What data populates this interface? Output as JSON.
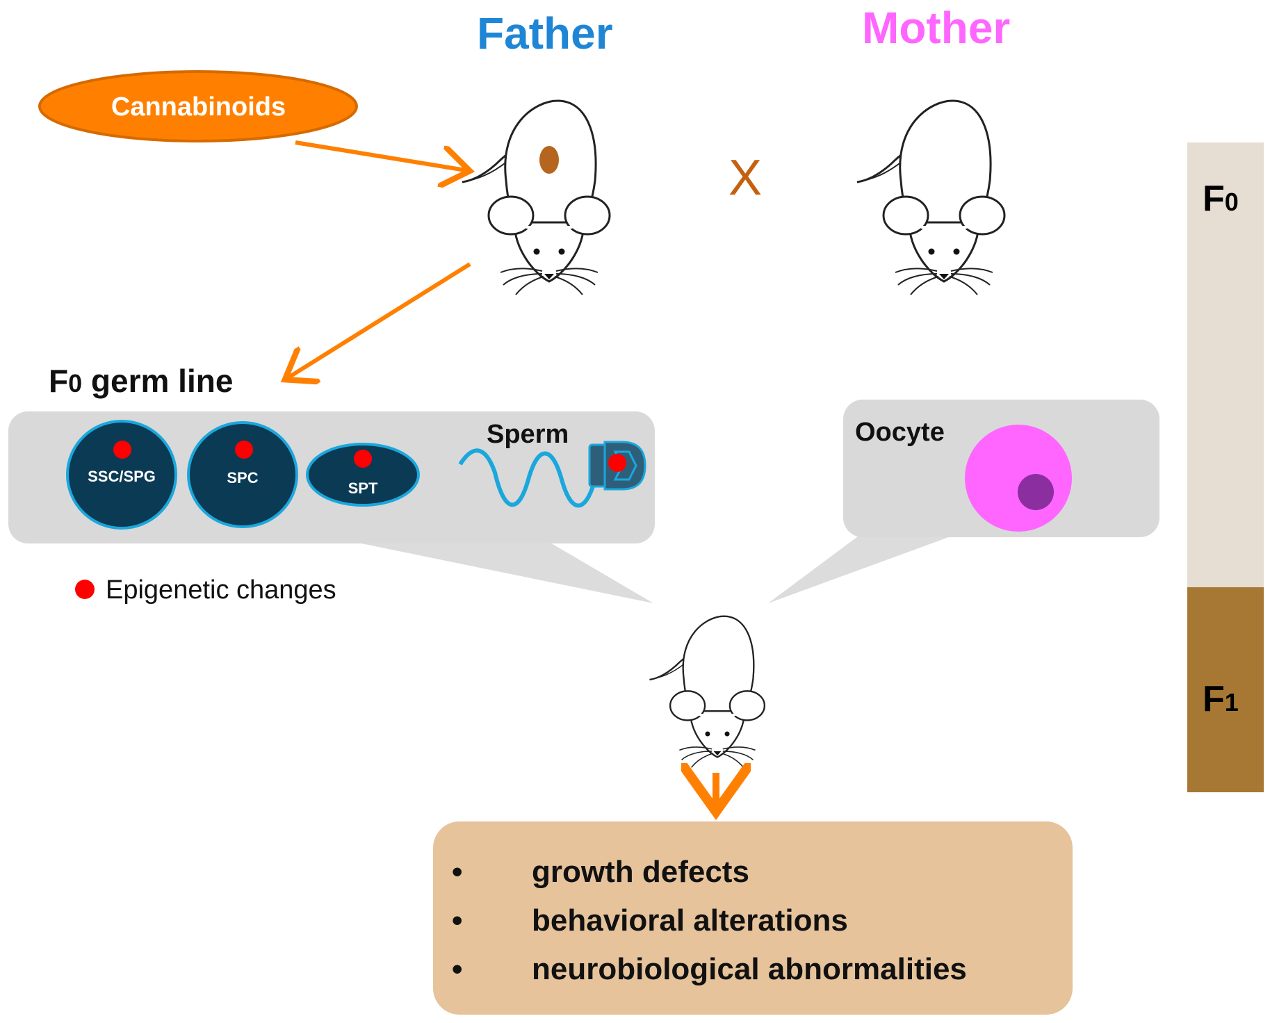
{
  "labels": {
    "father": "Father",
    "mother": "Mother",
    "cross": "X",
    "cannabinoids": "Cannabinoids",
    "germ_line": "F0 germ line",
    "germ_line_prefix": "F",
    "germ_line_sub": "0",
    "germ_line_rest": " germ line",
    "sperm": "Sperm",
    "oocyte": "Oocyte",
    "legend": "Epigenetic changes"
  },
  "cells": [
    {
      "label": "SSC/SPG"
    },
    {
      "label": "SPC"
    },
    {
      "label": "SPT"
    }
  ],
  "generations": [
    {
      "letter": "F",
      "sub": "0"
    },
    {
      "letter": "F",
      "sub": "1"
    }
  ],
  "effects": [
    "growth defects",
    "behavioral alterations",
    "neurobiological abnormalities"
  ],
  "bullet": "•",
  "colors": {
    "father": "#1f86d6",
    "mother": "#ff66ff",
    "arrow": "#ff8000",
    "cannabinoids_fill": "#ff8000",
    "cannabinoids_stroke": "#d66a00",
    "cross": "#c46010",
    "germ_box": "#d9d9d9",
    "cell_fill": "#0b3a55",
    "cell_stroke": "#1aa7dc",
    "epigenetic_dot": "#ff0000",
    "sperm_tail": "#1aa7dc",
    "oocyte": "#ff66ff",
    "oocyte_nucleus": "#8a2ea0",
    "f0_bar": "#e6ded2",
    "f1_bar": "#a67834",
    "effects_box": "#e6c39b",
    "tan_spot": "#b5651d"
  }
}
